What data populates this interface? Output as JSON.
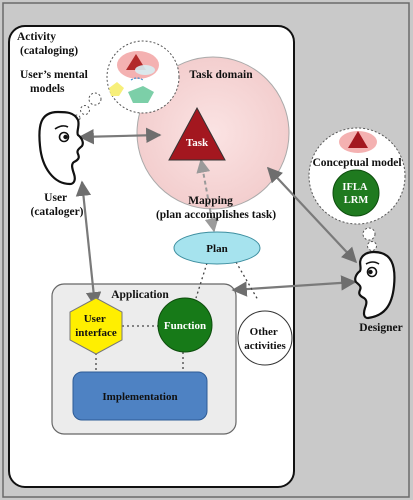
{
  "labels": {
    "activity": [
      "Activity",
      "(cataloging)"
    ],
    "mental_models": [
      "User’s mental",
      "models"
    ],
    "task_domain": "Task domain",
    "task": "Task",
    "user": [
      "User",
      "(cataloger)"
    ],
    "mapping": [
      "Mapping",
      "(plan accomplishes task)"
    ],
    "plan": "Plan",
    "application": "Application",
    "user_interface": [
      "User",
      "interface"
    ],
    "function": "Function",
    "implementation": "Implementation",
    "other_activities": [
      "Other",
      "activities"
    ],
    "conceptual_model": "Conceptual model",
    "ifla_lrm": [
      "IFLA",
      "LRM"
    ],
    "designer": "Designer"
  },
  "colors": {
    "background": "#c9c9c9",
    "panel": "#ffffff",
    "task_domain_fill": "#f6d6d6",
    "task_fill": "#a3171f",
    "plan_fill": "#a6e3ee",
    "application_fill": "#eeeeee",
    "user_interface_fill": "#ffef00",
    "function_fill": "#177a18",
    "implementation_fill": "#4e82c3",
    "ifla_fill": "#1f7a1f",
    "arrow": "#7a7a7a"
  }
}
